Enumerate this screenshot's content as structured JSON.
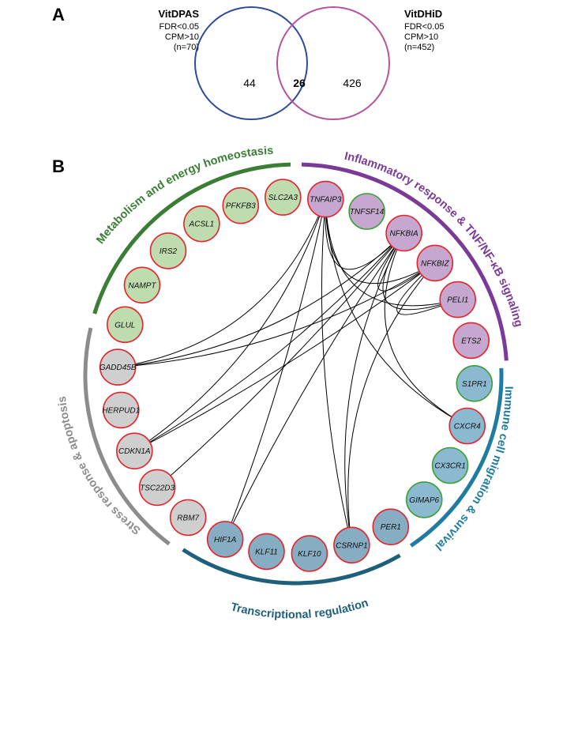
{
  "panel_a": {
    "letter": "A",
    "left_set": {
      "title": "VitDPAS",
      "lines": [
        "FDR<0.05",
        "CPM>10",
        "(n=70)"
      ],
      "color": "#2d4b9b"
    },
    "right_set": {
      "title": "VitDHiD",
      "lines": [
        "FDR<0.05",
        "CPM>10",
        "(n=452)"
      ],
      "color": "#b5539d"
    },
    "left_only": "44",
    "overlap": "26",
    "right_only": "426"
  },
  "panel_b": {
    "letter": "B",
    "groups": [
      {
        "id": "metabolism",
        "label": "Metabolism and energy homeostasis",
        "color": "#3a7d35",
        "fill": "#bfdcae"
      },
      {
        "id": "inflammatory",
        "label": "Inflammatory response & TNF/NF-κB signaling",
        "color": "#7a3b98",
        "fill": "#c5a7cf"
      },
      {
        "id": "immune",
        "label": "Immune cell migration & survival",
        "color": "#1f7ca0",
        "fill": "#8ab9d0"
      },
      {
        "id": "transcriptional",
        "label": "Transcriptional regulation",
        "color": "#1e5f7c",
        "fill": "#86adc2"
      },
      {
        "id": "stress",
        "label": "Stress response & apoptosis",
        "color": "#8c8c8c",
        "fill": "#cfcfcf"
      }
    ],
    "border_colors": {
      "red": "#e3262d",
      "green": "#3aa03a"
    },
    "genes": [
      {
        "name": "TNFAIP3",
        "group": "inflammatory",
        "border": "red"
      },
      {
        "name": "TNFSF14",
        "group": "inflammatory",
        "border": "green"
      },
      {
        "name": "NFKBIA",
        "group": "inflammatory",
        "border": "red"
      },
      {
        "name": "NFKBIZ",
        "group": "inflammatory",
        "border": "red"
      },
      {
        "name": "PELI1",
        "group": "inflammatory",
        "border": "red"
      },
      {
        "name": "ETS2",
        "group": "inflammatory",
        "border": "red"
      },
      {
        "name": "S1PR1",
        "group": "immune",
        "border": "green"
      },
      {
        "name": "CXCR4",
        "group": "immune",
        "border": "red"
      },
      {
        "name": "CX3CR1",
        "group": "immune",
        "border": "green"
      },
      {
        "name": "GIMAP6",
        "group": "immune",
        "border": "green"
      },
      {
        "name": "PER1",
        "group": "transcriptional",
        "border": "red"
      },
      {
        "name": "CSRNP1",
        "group": "transcriptional",
        "border": "red"
      },
      {
        "name": "KLF10",
        "group": "transcriptional",
        "border": "red"
      },
      {
        "name": "KLF11",
        "group": "transcriptional",
        "border": "red"
      },
      {
        "name": "HIF1A",
        "group": "transcriptional",
        "border": "red"
      },
      {
        "name": "RBM7",
        "group": "stress",
        "border": "red"
      },
      {
        "name": "TSC22D3",
        "group": "stress",
        "border": "red"
      },
      {
        "name": "CDKN1A",
        "group": "stress",
        "border": "red"
      },
      {
        "name": "HERPUD1",
        "group": "stress",
        "border": "red"
      },
      {
        "name": "GADD45B",
        "group": "stress",
        "border": "red"
      },
      {
        "name": "GLUL",
        "group": "metabolism",
        "border": "red"
      },
      {
        "name": "NAMPT",
        "group": "metabolism",
        "border": "red"
      },
      {
        "name": "IRS2",
        "group": "metabolism",
        "border": "red"
      },
      {
        "name": "ACSL1",
        "group": "metabolism",
        "border": "red"
      },
      {
        "name": "PFKFB3",
        "group": "metabolism",
        "border": "red"
      },
      {
        "name": "SLC2A3",
        "group": "metabolism",
        "border": "red"
      }
    ],
    "edges": [
      [
        "TNFAIP3",
        "NFKBIA"
      ],
      [
        "TNFAIP3",
        "NFKBIZ"
      ],
      [
        "TNFAIP3",
        "PELI1"
      ],
      [
        "TNFAIP3",
        "CXCR4"
      ],
      [
        "TNFAIP3",
        "CSRNP1"
      ],
      [
        "TNFAIP3",
        "HIF1A"
      ],
      [
        "TNFAIP3",
        "GADD45B"
      ],
      [
        "TNFAIP3",
        "CDKN1A"
      ],
      [
        "NFKBIA",
        "NFKBIZ"
      ],
      [
        "NFKBIA",
        "PELI1"
      ],
      [
        "NFKBIA",
        "CXCR4"
      ],
      [
        "NFKBIA",
        "CSRNP1"
      ],
      [
        "NFKBIA",
        "HIF1A"
      ],
      [
        "NFKBIA",
        "TSC22D3"
      ],
      [
        "NFKBIA",
        "CDKN1A"
      ],
      [
        "NFKBIA",
        "GADD45B"
      ],
      [
        "NFKBIZ",
        "PELI1"
      ],
      [
        "NFKBIZ",
        "CSRNP1"
      ],
      [
        "NFKBIZ",
        "GADD45B"
      ],
      [
        "NFKBIZ",
        "CDKN1A"
      ]
    ]
  }
}
